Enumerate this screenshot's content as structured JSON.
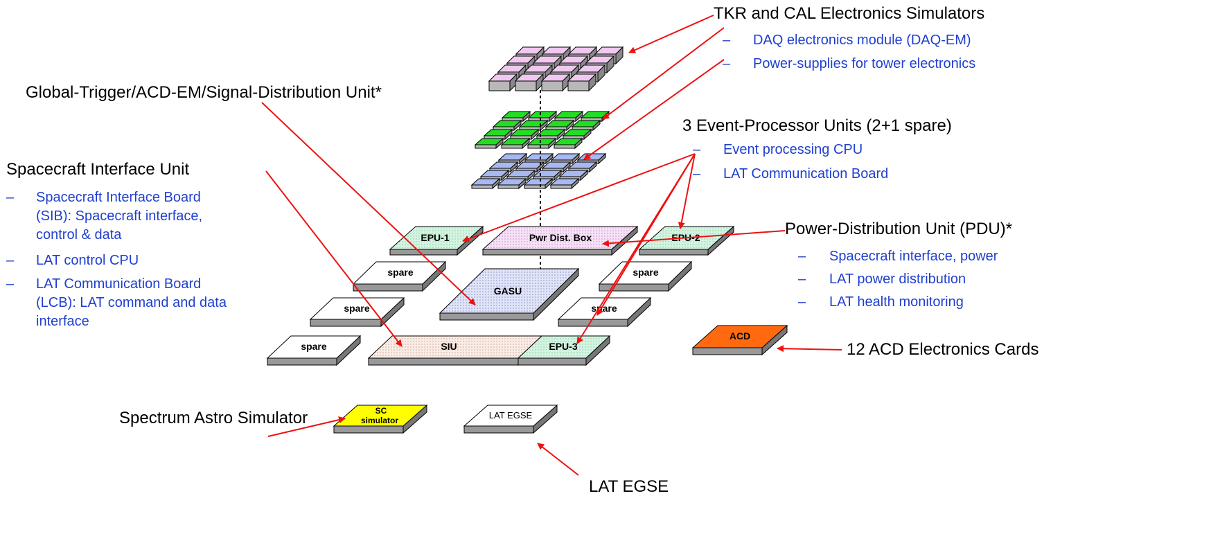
{
  "colors": {
    "arrow": "#ee1111",
    "subtext": "#1f3fd0",
    "tkr_tile": "#f0c8f0",
    "trigger_tile": "#22dd22",
    "epu_tile": "#a8b8f0",
    "pdu_fill": "#f4d8f4",
    "epu_fill": "#c8f0dc",
    "gasu_fill": "#d8dcf6",
    "siu_fill": "#f8e4dc",
    "acd_fill": "#ff6a10",
    "sc_fill": "#ffff00",
    "plain_fill": "#ffffff",
    "side_fill": "#999999"
  },
  "annotations": {
    "tkr_cal": {
      "title": "TKR and CAL Electronics Simulators",
      "items": [
        "DAQ electronics module (DAQ-EM)",
        "Power-supplies for tower electronics"
      ]
    },
    "gasu": {
      "title": "Global-Trigger/ACD-EM/Signal-Distribution Unit*"
    },
    "epu": {
      "title": "3 Event-Processor Units (2+1 spare)",
      "items": [
        "Event processing CPU",
        "LAT Communication Board"
      ]
    },
    "siu": {
      "title": "Spacecraft Interface Unit",
      "items": [
        [
          "Spacecraft Interface Board",
          "(SIB): Spacecraft interface,",
          "control & data"
        ],
        [
          "LAT control CPU"
        ],
        [
          "LAT Communication Board",
          "(LCB): LAT command and data",
          "interface"
        ]
      ]
    },
    "pdu": {
      "title": "Power-Distribution Unit (PDU)*",
      "items": [
        "Spacecraft interface, power",
        "LAT power distribution",
        "LAT health monitoring"
      ]
    },
    "acd": {
      "title": "12 ACD Electronics Cards"
    },
    "sc_sim": {
      "title": "Spectrum Astro Simulator"
    },
    "egse": {
      "title": "LAT EGSE"
    },
    "dash": "–"
  },
  "boxes": {
    "epu1": "EPU-1",
    "pdu": "Pwr Dist.  Box",
    "epu2": "EPU-2",
    "spare_mid_left": "spare",
    "gasu": "GASU",
    "spare_mid_right": "spare",
    "spare_left2": "spare",
    "spare_right2": "spare",
    "spare_bottom": "spare",
    "siu": "SIU",
    "epu3": "EPU-3",
    "acd": "ACD",
    "sc_line1": "SC",
    "sc_line2": "simulator",
    "egse": "LAT EGSE"
  }
}
